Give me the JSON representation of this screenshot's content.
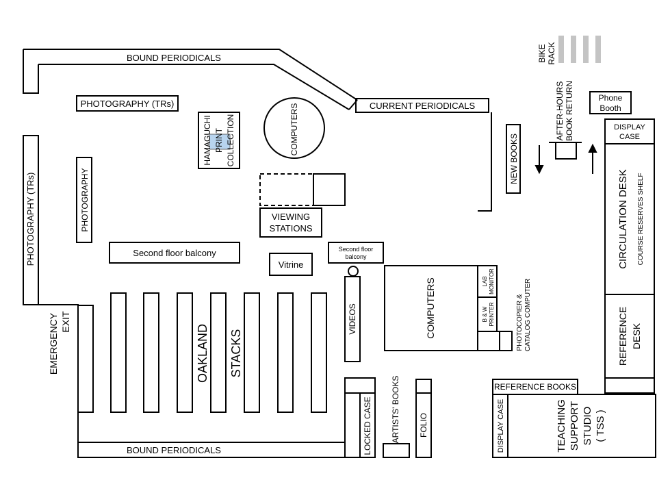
{
  "colors": {
    "stroke": "#000000",
    "background": "#ffffff",
    "bike_rack": "#c4c4c4",
    "print_highlight": "#b8d4ee"
  },
  "labels": {
    "bound_periodicals_top": "BOUND PERIODICALS",
    "photography_trs_top": "PHOTOGRAPHY (TRs)",
    "photography_trs_left": "PHOTOGRAPHY (TRs)",
    "photography": "PHOTOGRAPHY",
    "hamaguchi_line1": "HAMAGUCHI",
    "hamaguchi_line2": "PRINT",
    "hamaguchi_line3": "COLLECTION",
    "computers_round": "COMPUTERS",
    "current_periodicals": "CURRENT PERIODICALS",
    "viewing_line1": "VIEWING",
    "viewing_line2": "STATIONS",
    "new_books": "NEW BOOKS",
    "bike_rack_line1": "BIKE",
    "bike_rack_line2": "RACK",
    "after_hours_line1": "AFTER-HOURS",
    "after_hours_line2": "BOOK RETURN",
    "phone_line1": "Phone",
    "phone_line2": "Booth",
    "display_case_line1": "DISPLAY",
    "display_case_line2": "CASE",
    "circulation_desk": "CIRCULATION DESK",
    "course_reserves": "COURSE RESERVES SHELF",
    "reference_line1": "REFERENCE",
    "reference_line2": "DESK",
    "second_floor_balcony_large": "Second floor balcony",
    "second_floor_small_line1": "Second floor",
    "second_floor_small_line2": "balcony",
    "vitrine": "Vitrine",
    "videos": "VIDEOS",
    "computers_lab": "COMPUTERS",
    "lab_line1": "LAB",
    "lab_line2": "MONITOR",
    "printer_line1": "B & W",
    "printer_line2": "PRINTER",
    "photocopier_line1": "PHOTOCOPIER &",
    "photocopier_line2": "CATALOG COMPUTER",
    "emergency_line1": "EMERGENCY",
    "emergency_line2": "EXIT",
    "oakland": "OAKLAND",
    "stacks": "STACKS",
    "bound_periodicals_bottom": "BOUND PERIODICALS",
    "locked_case": "LOCKED CASE",
    "artists_books": "ARTISTS' BOOKS",
    "folio": "FOLIO",
    "reference_books": "REFERENCE BOOKS",
    "display_case_vertical": "DISPLAY CASE",
    "tss_line1": "TEACHING",
    "tss_line2": "SUPPORT",
    "tss_line3": "STUDIO",
    "tss_line4": "( TSS )"
  }
}
